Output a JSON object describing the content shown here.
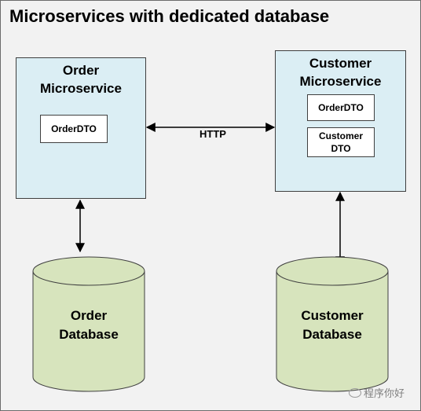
{
  "title": "Microservices with dedicated database",
  "order_service": {
    "title_line1": "Order",
    "title_line2": "Microservice",
    "dto": "OrderDTO"
  },
  "customer_service": {
    "title_line1": "Customer",
    "title_line2": "Microservice",
    "dto1": "OrderDTO",
    "dto2_line1": "Customer",
    "dto2_line2": "DTO"
  },
  "http_label": "HTTP",
  "order_db": {
    "line1": "Order",
    "line2": "Database"
  },
  "customer_db": {
    "line1": "Customer",
    "line2": "Database"
  },
  "watermark": "程序你好",
  "colors": {
    "service_fill": "#dbeef4",
    "database_fill": "#d7e4bd",
    "background": "#f2f2f2"
  }
}
